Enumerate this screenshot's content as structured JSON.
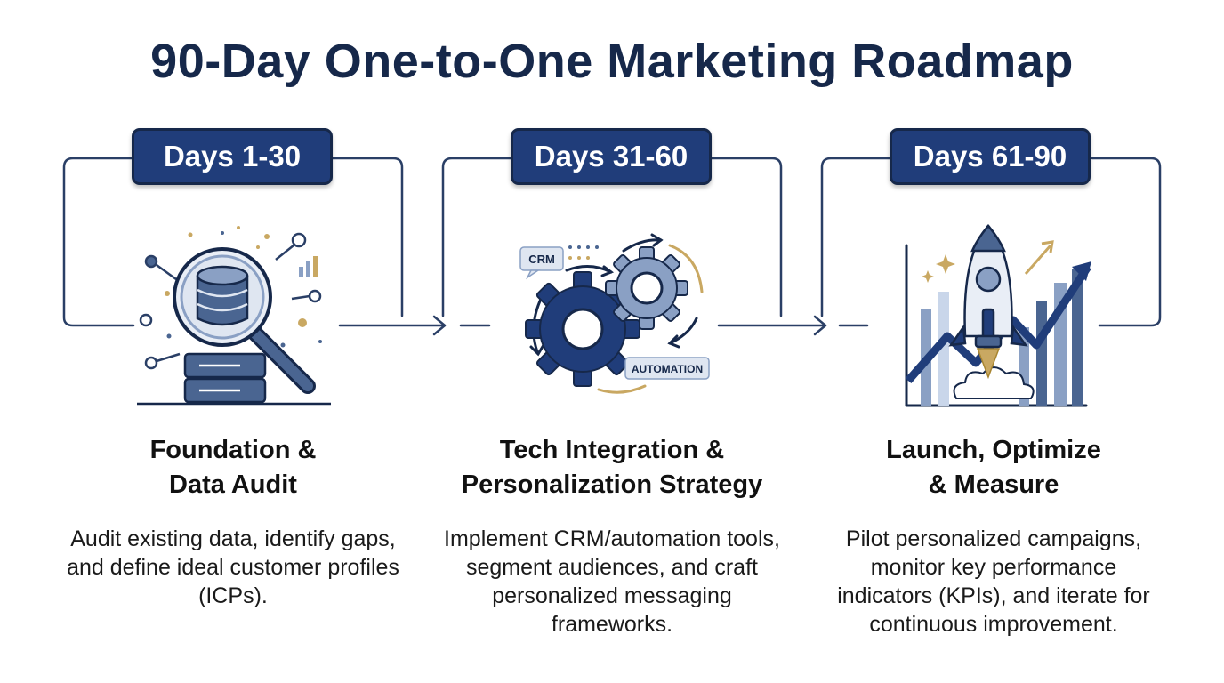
{
  "page": {
    "title": "90-Day One-to-One Marketing Roadmap"
  },
  "phases": [
    {
      "badge": "Days 1-30",
      "title_line1": "Foundation &",
      "title_line2": "Data Audit",
      "description": "Audit existing data, identify gaps, and define ideal customer profiles (ICPs).",
      "icon": "database-magnifier-icon"
    },
    {
      "badge": "Days 31-60",
      "title_line1": "Tech Integration &",
      "title_line2": "Personalization Strategy",
      "description": "Implement CRM/automation tools, segment audiences, and craft personalized messaging frameworks.",
      "icon": "gears-icon",
      "icon_labels": {
        "crm": "CRM",
        "automation": "AUTOMATION"
      }
    },
    {
      "badge": "Days 61-90",
      "title_line1": "Launch, Optimize",
      "title_line2": "& Measure",
      "description": "Pilot personalized campaigns, monitor key performance indicators (KPIs), and iterate for continuous improvement.",
      "icon": "rocket-growth-chart-icon"
    }
  ],
  "colors": {
    "navy": "#16284a",
    "badge_blue": "#203d7a",
    "steel_blue": "#4a6591",
    "light_blue": "#c9d6ea",
    "gold": "#c9a862"
  }
}
